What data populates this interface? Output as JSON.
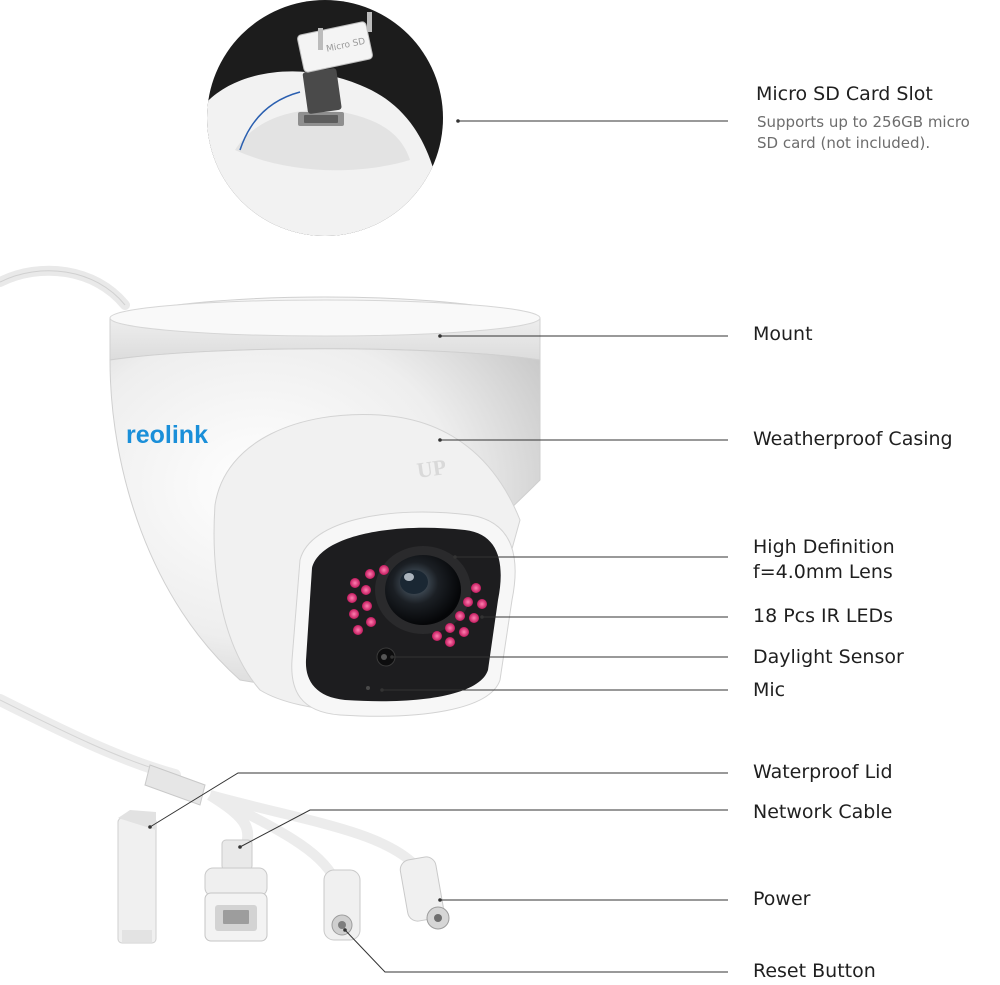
{
  "brand": {
    "logo_text": "reolink",
    "accent_color": "#1a8fd9"
  },
  "casing_mark": "UP",
  "sd_card_mark": "Micro SD",
  "callouts": {
    "micro_sd": {
      "title": "Micro SD Card Slot",
      "desc_line1": "Supports up to 256GB micro",
      "desc_line2": "SD card (not included)."
    },
    "mount": {
      "title": "Mount"
    },
    "weatherproof_casing": {
      "title": "Weatherproof Casing"
    },
    "lens": {
      "title_line1": "High Definition",
      "title_line2": "f=4.0mm Lens"
    },
    "ir_leds": {
      "title": "18 Pcs IR LEDs"
    },
    "daylight_sensor": {
      "title": "Daylight Sensor"
    },
    "mic": {
      "title": "Mic"
    },
    "waterproof_lid": {
      "title": "Waterproof Lid"
    },
    "network_cable": {
      "title": "Network Cable"
    },
    "power": {
      "title": "Power"
    },
    "reset_button": {
      "title": "Reset Button"
    }
  },
  "colors": {
    "ir_led": "#e0337a",
    "leader_line": "#333333",
    "inset_background": "#1c1c1c"
  }
}
